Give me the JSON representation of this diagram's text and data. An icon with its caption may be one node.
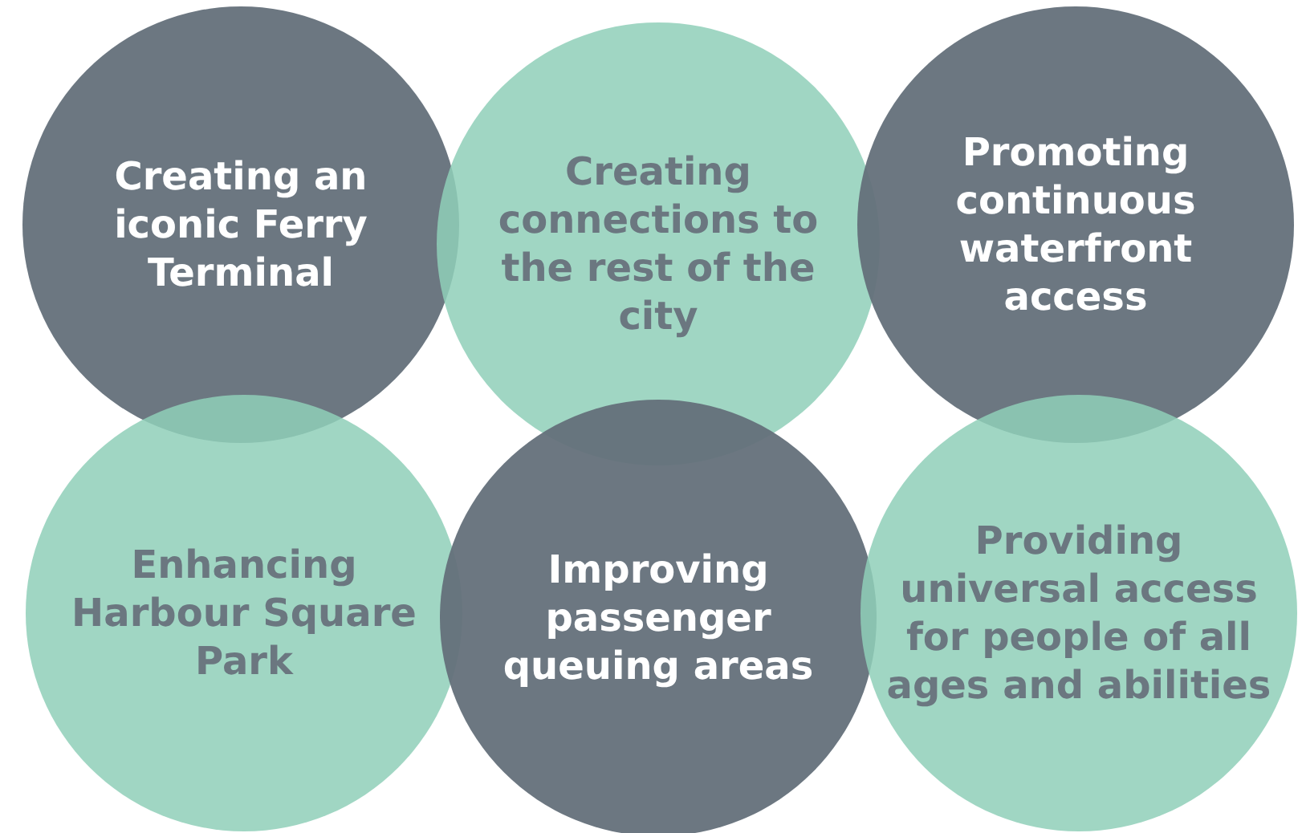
{
  "diagram": {
    "nodes": [
      {
        "text": [
          "Creating an iconic Ferry Terminal"
        ]
      },
      {
        "text": [
          "Creating connections to the rest of the city"
        ]
      },
      {
        "text": [
          "Promoting continuous waterfront access"
        ]
      },
      {
        "text": [
          "Enhancing Harbour Square Park"
        ]
      },
      {
        "text": [
          "Improving passenger queuing areas"
        ]
      },
      {
        "text": [
          "Providing universal access for people of all ages and abilities"
        ]
      }
    ]
  }
}
